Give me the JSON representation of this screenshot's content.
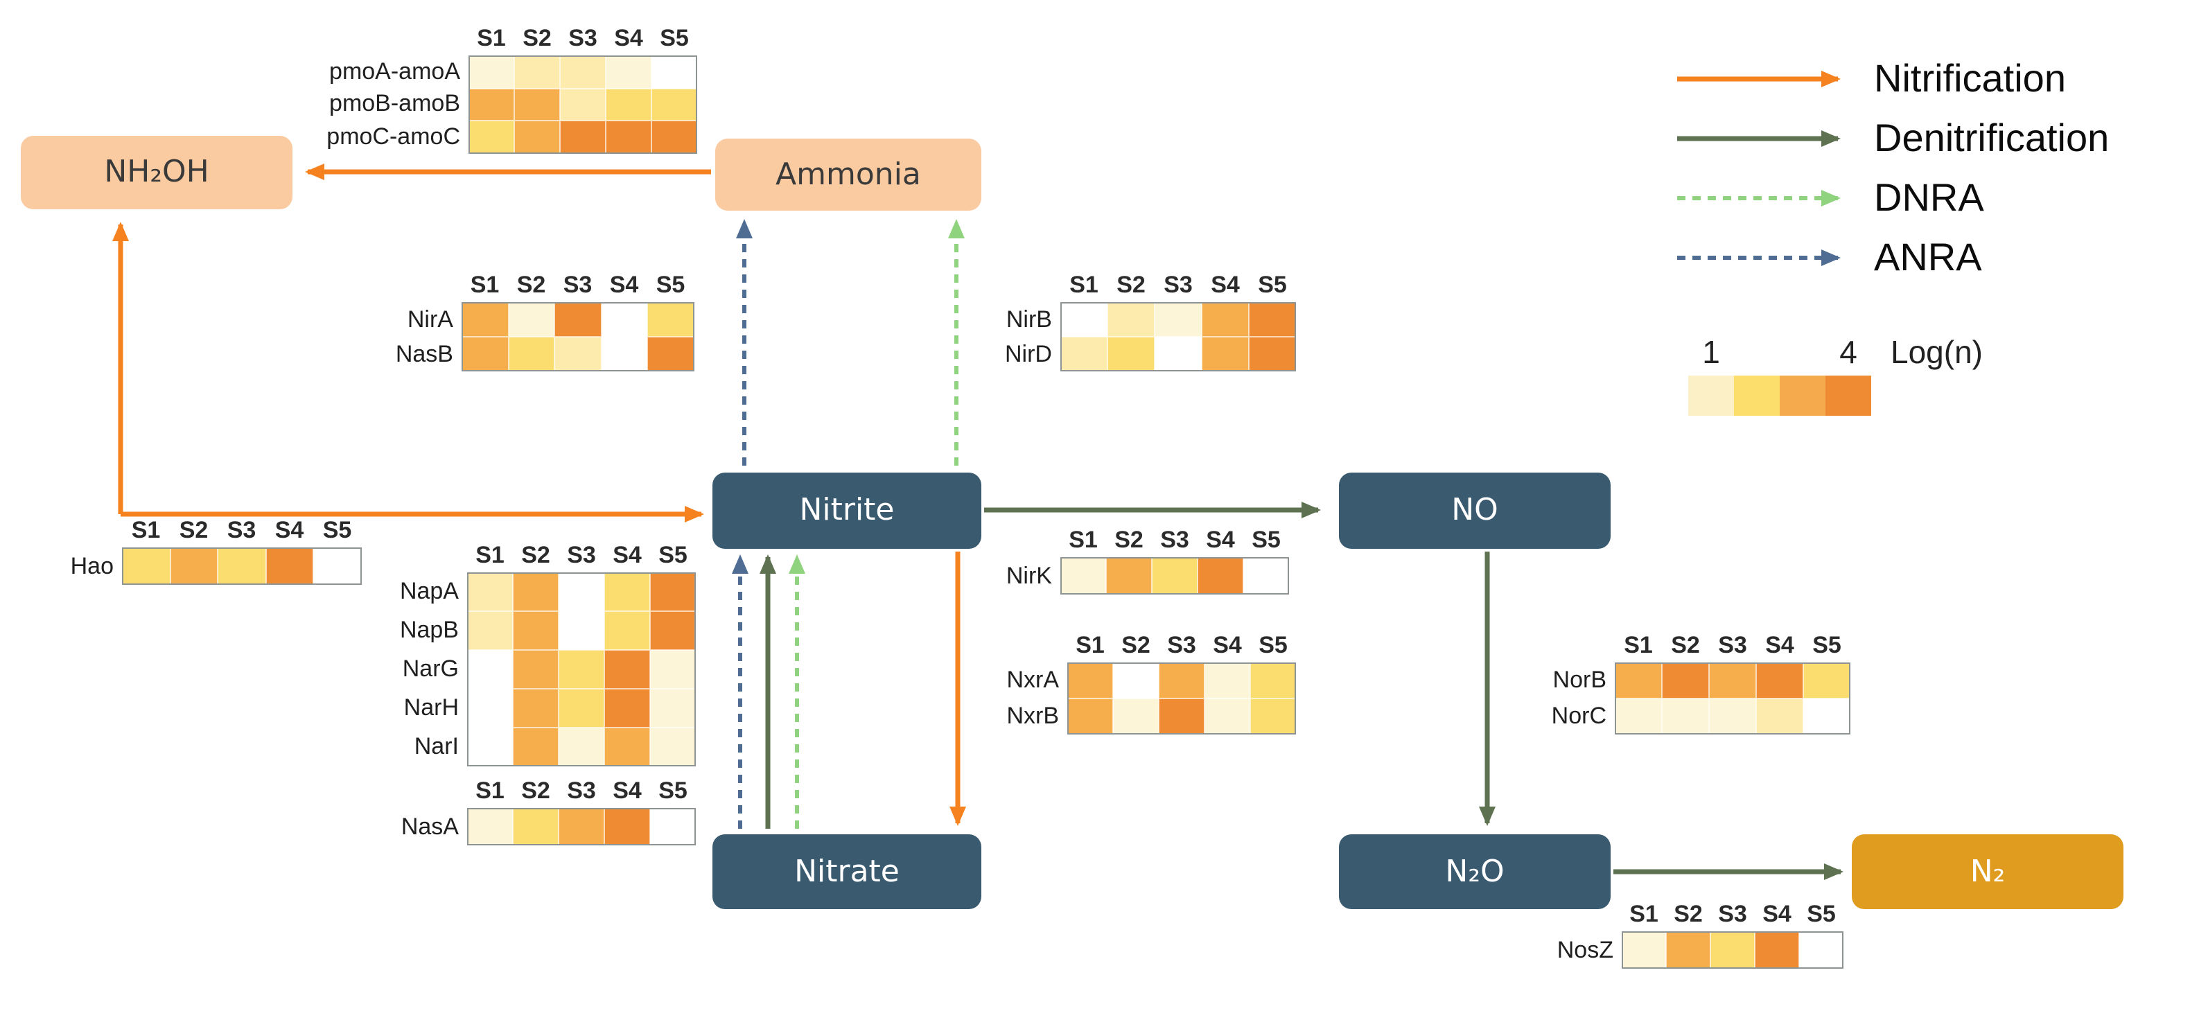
{
  "figure": {
    "description": "Nitrogen cycle pathway diagram with gene abundance heatmaps across samples S1-S5"
  },
  "nodes": {
    "nh2oh": "NH₂OH",
    "ammonia": "Ammonia",
    "nitrite": "Nitrite",
    "no": "NO",
    "nitrate": "Nitrate",
    "n2o": "N₂O",
    "n2": "N₂"
  },
  "legend": {
    "items": [
      {
        "label": "Nitrification",
        "color": "#F5821F",
        "style": "solid"
      },
      {
        "label": "Denitrification",
        "color": "#5E7150",
        "style": "solid"
      },
      {
        "label": "DNRA",
        "color": "#90D37F",
        "style": "dashed"
      },
      {
        "label": "ANRA",
        "color": "#4F6D92",
        "style": "dashed"
      }
    ],
    "colorbar": {
      "min": "1",
      "max": "4",
      "title": "Log(n)",
      "colors": [
        "#FCF1C6",
        "#FBDE6C",
        "#F5AB4D",
        "#EF8C33"
      ]
    }
  },
  "samples": [
    "S1",
    "S2",
    "S3",
    "S4",
    "S5"
  ],
  "palette": {
    "levels": [
      "#FFFFFF",
      "#FDF5D8",
      "#FCEBAC",
      "#FBDC6E",
      "#F6AE4D",
      "#EF8C33"
    ],
    "scale_note": "0 = absent (white), 5 = highest Log(n)"
  },
  "heatmaps": {
    "pmo": {
      "rows": [
        {
          "label": "pmoA-amoA",
          "values": [
            1,
            2,
            2,
            1,
            0
          ]
        },
        {
          "label": "pmoB-amoB",
          "values": [
            4,
            4,
            2,
            3,
            3
          ]
        },
        {
          "label": "pmoC-amoC",
          "values": [
            3,
            4,
            5,
            5,
            5
          ]
        }
      ]
    },
    "nira": {
      "rows": [
        {
          "label": "NirA",
          "values": [
            4,
            1,
            5,
            0,
            3
          ]
        },
        {
          "label": "NasB",
          "values": [
            4,
            3,
            2,
            0,
            5
          ]
        }
      ]
    },
    "nirb": {
      "rows": [
        {
          "label": "NirB",
          "values": [
            0,
            2,
            1,
            4,
            5
          ]
        },
        {
          "label": "NirD",
          "values": [
            2,
            3,
            0,
            4,
            5
          ]
        }
      ]
    },
    "hao": {
      "rows": [
        {
          "label": "Hao",
          "values": [
            3,
            4,
            3,
            5,
            0
          ]
        }
      ]
    },
    "nap": {
      "rows": [
        {
          "label": "NapA",
          "values": [
            2,
            4,
            0,
            3,
            5
          ]
        },
        {
          "label": "NapB",
          "values": [
            2,
            4,
            0,
            3,
            5
          ]
        },
        {
          "label": "NarG",
          "values": [
            0,
            4,
            3,
            5,
            1
          ]
        },
        {
          "label": "NarH",
          "values": [
            0,
            4,
            3,
            5,
            1
          ]
        },
        {
          "label": "NarI",
          "values": [
            0,
            4,
            1,
            4,
            1
          ]
        }
      ]
    },
    "nasa": {
      "rows": [
        {
          "label": "NasA",
          "values": [
            1,
            3,
            4,
            5,
            0
          ]
        }
      ]
    },
    "nirk": {
      "rows": [
        {
          "label": "NirK",
          "values": [
            1,
            4,
            3,
            5,
            0
          ]
        }
      ]
    },
    "nxr": {
      "rows": [
        {
          "label": "NxrA",
          "values": [
            4,
            0,
            4,
            1,
            3
          ]
        },
        {
          "label": "NxrB",
          "values": [
            4,
            1,
            5,
            1,
            3
          ]
        }
      ]
    },
    "nor": {
      "rows": [
        {
          "label": "NorB",
          "values": [
            4,
            5,
            4,
            5,
            3
          ]
        },
        {
          "label": "NorC",
          "values": [
            1,
            1,
            1,
            2,
            0
          ]
        }
      ]
    },
    "nosz": {
      "rows": [
        {
          "label": "NosZ",
          "values": [
            1,
            4,
            3,
            5,
            0
          ]
        }
      ]
    }
  },
  "edges": [
    {
      "from": "Ammonia",
      "to": "NH₂OH",
      "process": "Nitrification"
    },
    {
      "from": "NH₂OH",
      "to": "Nitrite",
      "process": "Nitrification"
    },
    {
      "from": "Nitrite",
      "to": "Nitrate",
      "process": "Nitrification"
    },
    {
      "from": "Nitrate",
      "to": "Nitrite",
      "process": "Denitrification"
    },
    {
      "from": "Nitrite",
      "to": "NO",
      "process": "Denitrification"
    },
    {
      "from": "NO",
      "to": "N₂O",
      "process": "Denitrification"
    },
    {
      "from": "N₂O",
      "to": "N₂",
      "process": "Denitrification"
    },
    {
      "from": "Nitrate",
      "to": "Nitrite",
      "process": "DNRA"
    },
    {
      "from": "Nitrite",
      "to": "Ammonia",
      "process": "DNRA"
    },
    {
      "from": "Nitrate",
      "to": "Nitrite",
      "process": "ANRA"
    },
    {
      "from": "Nitrite",
      "to": "Ammonia",
      "process": "ANRA"
    }
  ]
}
